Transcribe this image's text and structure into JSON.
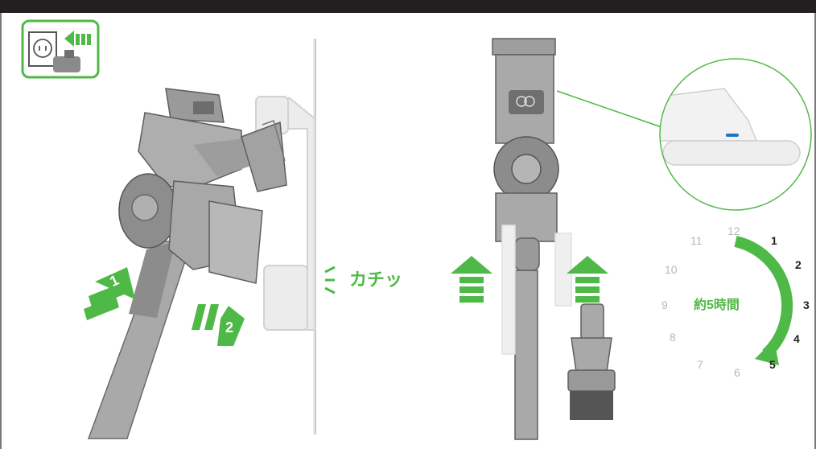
{
  "steps": {
    "step1": "1",
    "step2": "2"
  },
  "click_sound": "カチッ",
  "charge_time": "約5時間",
  "clock": {
    "hours": [
      "12",
      "1",
      "2",
      "3",
      "4",
      "5",
      "6",
      "7",
      "8",
      "9",
      "10",
      "11"
    ],
    "highlighted": [
      "1",
      "2",
      "3",
      "4",
      "5"
    ]
  },
  "icons": {
    "plug": "plug-into-socket-icon",
    "arrow_up": "double-arrow-up-icon",
    "arrow_right": "arrow-right-icon",
    "sound": "click-sound-lines-icon",
    "clock_arc": "charging-progress-arc-icon"
  },
  "colors": {
    "accent_green": "#4fb947",
    "device_grey": "#a9a9a9",
    "dark_bar": "#231f20"
  }
}
